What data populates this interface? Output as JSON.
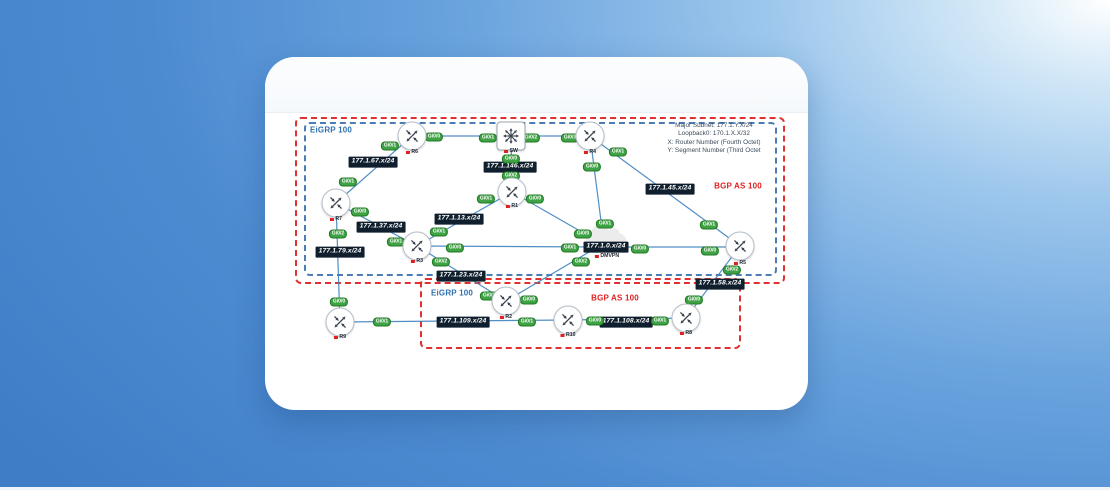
{
  "zones": {
    "eigrp_top": "EiGRP 100",
    "bgp_top": "BGP AS 100",
    "eigrp_bottom": "EiGRP 100",
    "bgp_bottom": "BGP AS 100"
  },
  "legend": {
    "lines": [
      "Major Subnet: 177.1.Y.X/24",
      "Loopback0: 170.1.X.X/32",
      "X: Router Number (Fourth Octet)",
      "Y: Segment Number (Third Octet"
    ]
  },
  "devices": {
    "r6": "R6",
    "sw": "SW",
    "r4": "R4",
    "r7": "R7",
    "r1": "R1",
    "r3": "R3",
    "dmvpn": "DMVPN",
    "r5": "R5",
    "r2": "R2",
    "r9": "R9",
    "r10": "R10",
    "r8": "R8"
  },
  "interfaces": {
    "r6_gi01": "Gi0/1",
    "r6_gi00": "Gi0/0",
    "sw_gi01": "Gi0/1",
    "sw_gi02": "Gi0/2",
    "sw_gi00": "Gi0/0",
    "r4_gi03": "Gi0/3",
    "r4_gi00": "Gi0/0",
    "r4_gi01": "Gi0/1",
    "r7_gi01": "Gi0/1",
    "r7_gi00": "Gi0/0",
    "r7_gi02": "Gi0/2",
    "r1_gi02": "Gi0/2",
    "r1_gi01": "Gi0/1",
    "r1_gi00": "Gi0/0",
    "r3_gi01_w": "Gi0/1",
    "r3_gi01_n": "Gi0/1",
    "r3_gi00": "Gi0/0",
    "r3_gi02": "Gi0/2",
    "dmvpn_gi01_n": "Gi0/1",
    "dmvpn_gi00_nw": "Gi0/0",
    "dmvpn_gi01_w": "Gi0/1",
    "dmvpn_gi00_e": "Gi0/0",
    "dmvpn_gi02_s": "Gi0/2",
    "r5_gi01": "Gi0/1",
    "r5_gi00": "Gi0/0",
    "r5_gi02": "Gi0/2",
    "r2_gi01": "Gi0/1",
    "r2_gi00": "Gi0/0",
    "r9_gi00": "Gi0/0",
    "r9_gi01": "Gi0/1",
    "r10_gi01": "Gi0/1",
    "r10_gi00": "Gi0/0",
    "r8_gi01": "Gi0/1",
    "r8_gi00": "Gi0/0"
  },
  "subnets": {
    "s67": "177.1.67.x/24",
    "s146": "177.1.146.x/24",
    "s45": "177.1.45.x/24",
    "s37": "177.1.37.x/24",
    "s13": "177.1.13.x/24",
    "s79": "177.1.79.x/24",
    "s0": "177.1.0.x/24",
    "s23": "177.1.23.x/24",
    "s58": "177.1.58.x/24",
    "s109": "177.1.109.x/24",
    "s108": "177.1.108.x/24"
  },
  "colors": {
    "zone_eigrp_text": "#2f6fad",
    "zone_bgp_text": "#e02020",
    "zone_eigrp_border": "#4a7db5",
    "zone_bgp_border": "#e23030",
    "link": "#3f82be",
    "interface_pill": "#3fa244",
    "subnet_label_bg": "#0f1f2d",
    "status_dot": "#e02020"
  }
}
